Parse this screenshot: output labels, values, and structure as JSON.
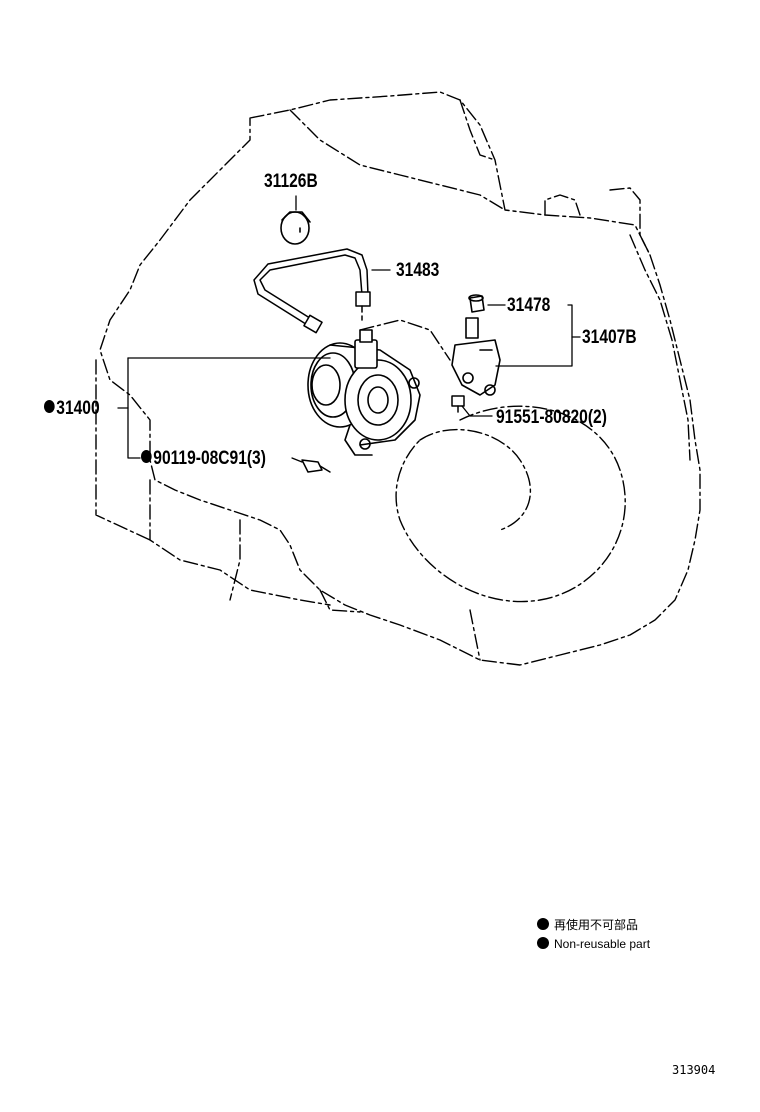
{
  "parts": {
    "p31126B": "31126B",
    "p31483": "31483",
    "p31478": "31478",
    "p31407B": "31407B",
    "p31400": "31400",
    "p91551": "91551-80820(2)",
    "p90119": "90119-08C91(3)"
  },
  "legend": {
    "japanese": "再使用不可部品",
    "english": "Non-reusable part"
  },
  "figure_number": "313904",
  "colors": {
    "ink": "#000000",
    "background": "#ffffff"
  }
}
